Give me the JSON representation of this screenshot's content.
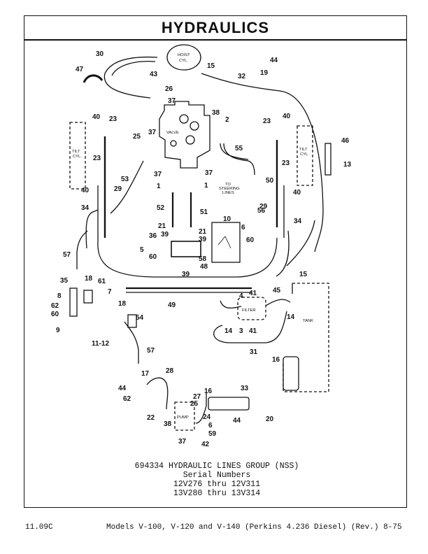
{
  "header": {
    "title": "HYDRAULICS"
  },
  "diagram": {
    "labels": {
      "hoist_cyl": "HOIST\nCYL.",
      "valve": "VALVE",
      "tilt_cyl": "TILT\nCYL.",
      "to_steering_lines": "TO\nSTEERING\nLINES",
      "filter": "FILTER",
      "tank": "TANK",
      "pump": "PUMP"
    },
    "callouts": [
      "1",
      "2",
      "3",
      "4",
      "5",
      "6",
      "7",
      "8",
      "9",
      "10",
      "11-12",
      "13",
      "14",
      "15",
      "16",
      "17",
      "18",
      "19",
      "20",
      "21",
      "22",
      "23",
      "24",
      "25",
      "26",
      "27",
      "28",
      "29",
      "30",
      "31",
      "32",
      "33",
      "34",
      "35",
      "36",
      "37",
      "38",
      "39",
      "40",
      "41",
      "42",
      "43",
      "44",
      "45",
      "46",
      "47",
      "48",
      "49",
      "50",
      "51",
      "52",
      "53",
      "54",
      "55",
      "56",
      "57",
      "58",
      "59",
      "60",
      "61",
      "62"
    ]
  },
  "caption": {
    "line1": "694334 HYDRAULIC LINES GROUP (NSS)",
    "line2": "Serial Numbers",
    "line3": "12V276  thru  12V311",
    "line4": "13V280  thru  13V314"
  },
  "footer": {
    "left": "11.09C",
    "right": "Models V-100, V-120 and V-140 (Perkins 4.236 Diesel) (Rev.)  8-75"
  }
}
